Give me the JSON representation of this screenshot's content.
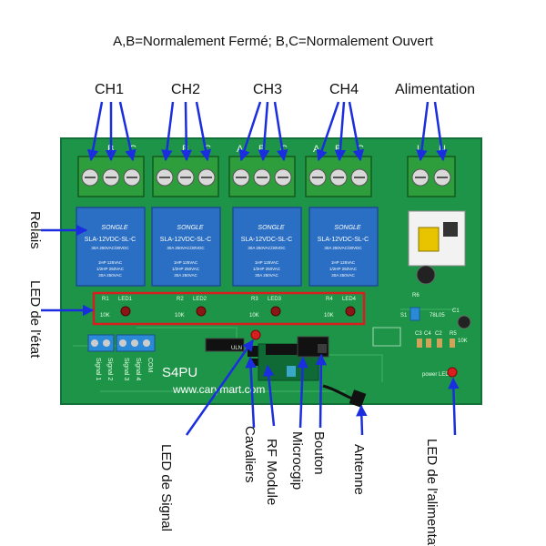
{
  "header": "A,B=Normalement Fermé; B,C=Normalement Ouvert",
  "channels": [
    "CH1",
    "CH2",
    "CH3",
    "CH4"
  ],
  "power_label": "Alimentation",
  "terminal_letters": [
    "A",
    "B",
    "C"
  ],
  "power_terminal_letters": [
    "L",
    "N"
  ],
  "relay_brand": "SONGLE",
  "relay_model": "SLA-12VDC-SL-C",
  "relay_text": [
    "30A 250VAC/30VDC",
    "1HP 125VAC",
    "1/2HP 250VAC",
    "30A 250VAC"
  ],
  "board_model": "S4PU",
  "board_url": "www.carymart.com",
  "led_labels": [
    "LED1",
    "LED2",
    "LED3",
    "LED4"
  ],
  "resistor_labels": [
    "R1",
    "R2",
    "R3",
    "R4"
  ],
  "resistor_values": [
    "10K",
    "10K",
    "10K",
    "10K"
  ],
  "signal_terminals": [
    "Signal 1",
    "Signal 2",
    "Signal 3",
    "Signal 4",
    "COM"
  ],
  "power_led_text": "power LED",
  "regulator_text": "78L05",
  "chip_text": "ULN",
  "component_labels": [
    "R6",
    "C1",
    "S1",
    "C3",
    "C4",
    "C2",
    "R5",
    "10K"
  ],
  "callouts": {
    "relais": "Relais",
    "led_etat": "LED de l'état",
    "led_signal": "LED de Signal",
    "cavaliers": "Cavaliers",
    "rf_module": "RF Module",
    "microchip": "Microcgip",
    "bouton": "Bouton",
    "antenne": "Antenne",
    "led_alim": "LED de l'alimentation"
  },
  "colors": {
    "pcb": "#1e9448",
    "terminal": "#2e9e3c",
    "relay": "#2b6fc4",
    "arrow": "#1a2ee0",
    "highlight": "#d81e1e"
  }
}
